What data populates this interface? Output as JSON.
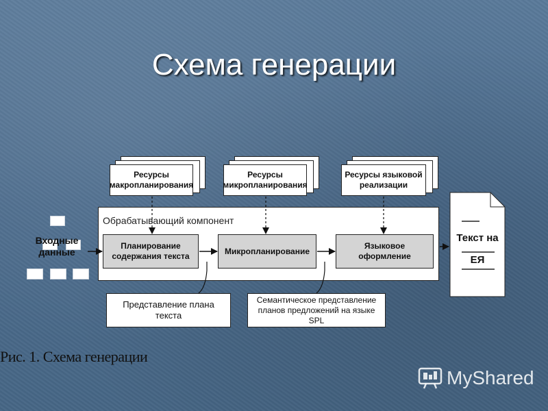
{
  "slide": {
    "title": "Схема генерации"
  },
  "resources": [
    {
      "label": "Ресурсы макропланирования"
    },
    {
      "label": "Ресурсы микропланирования"
    },
    {
      "label": "Ресурсы языковой реализации"
    }
  ],
  "processing": {
    "label": "Обрабатывающий компонент",
    "stages": [
      {
        "label": "Планирование содержания текста"
      },
      {
        "label": "Микропланирование"
      },
      {
        "label": "Языковое оформление"
      }
    ]
  },
  "input": {
    "label": "Входные данные"
  },
  "output": {
    "label_top": "Текст на",
    "label_bottom": "ЕЯ"
  },
  "representations": [
    {
      "label": "Представление плана текста"
    },
    {
      "label": "Семантическое представление планов предложений на языке SPL"
    }
  ],
  "caption": "Рис. 1. Схема генерации",
  "watermark": "MyShared"
}
